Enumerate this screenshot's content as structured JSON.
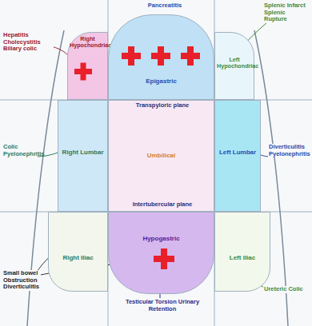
{
  "diagram": {
    "nodes": [
      {
        "text": [
          "Right Hypochondriac"
        ]
      },
      {
        "text": [
          "Epigastric"
        ]
      },
      {
        "text": [
          "Left Hypochondriac"
        ]
      },
      {
        "text": [
          "Right Lumbar"
        ]
      },
      {
        "text": [
          "Umbilical"
        ]
      },
      {
        "text": [
          "Left Lumbar"
        ]
      },
      {
        "text": [
          "Right Iliac"
        ]
      },
      {
        "text": [
          "Hypogastric"
        ]
      },
      {
        "text": [
          "Left Iliac"
        ]
      }
    ],
    "labels": [
      "Pancreatitis",
      "Hepatitis Cholecystitis Biliary colic",
      "Splenic Infarct Splenic Rupture",
      "Transpyloric plane",
      "Colic Pyelonephritis",
      "Diverticulitis Pyelonephritis",
      "Intertubercular plane",
      "Small bowel Obstruction Diverticulitis",
      "Testicular Torsion Urinary Retention",
      "Ureteric Colic"
    ]
  }
}
